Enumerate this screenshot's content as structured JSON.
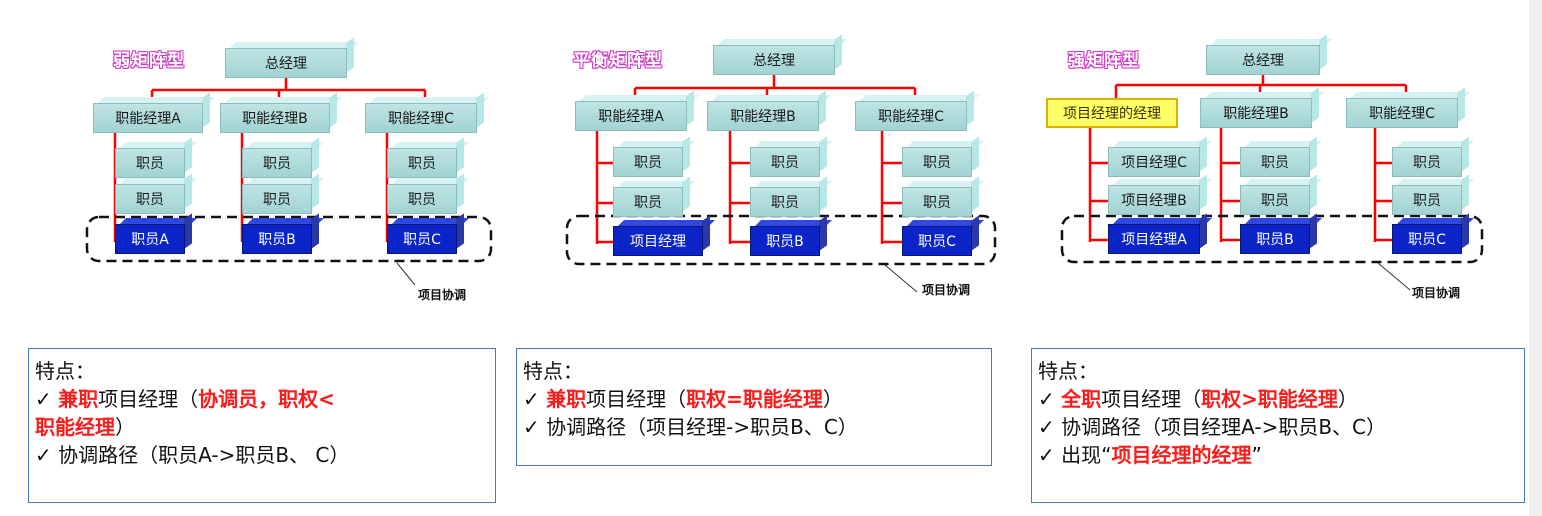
{
  "panels": [
    {
      "watermark": "弱矩阵型",
      "top": "总经理",
      "managers": [
        "职能经理A",
        "职能经理B",
        "职能经理C"
      ],
      "columns": [
        [
          "职员",
          "职员",
          "职员A"
        ],
        [
          "职员",
          "职员",
          "职员B"
        ],
        [
          "职员",
          "职员",
          "职员C"
        ]
      ],
      "coord_label": "项目协调"
    },
    {
      "watermark": "平衡矩阵型",
      "top": "总经理",
      "managers": [
        "职能经理A",
        "职能经理B",
        "职能经理C"
      ],
      "columns": [
        [
          "职员",
          "职员",
          "项目经理"
        ],
        [
          "职员",
          "职员",
          "职员B"
        ],
        [
          "职员",
          "职员",
          "职员C"
        ]
      ],
      "coord_label": "项目协调"
    },
    {
      "watermark": "强矩阵型",
      "top": "总经理",
      "managers": [
        "项目经理的经理",
        "职能经理B",
        "职能经理C"
      ],
      "columns": [
        [
          "项目经理C",
          "项目经理B",
          "项目经理A"
        ],
        [
          "职员",
          "职员",
          "职员B"
        ],
        [
          "职员",
          "职员",
          "职员C"
        ]
      ],
      "coord_label": "项目协调"
    }
  ],
  "notes": [
    {
      "title": "特点：",
      "lines": [
        {
          "check": "✓",
          "a": "",
          "r1": "兼职",
          "b": "项目经理（",
          "r2": "协调员，职权<",
          "c": ""
        },
        {
          "check": "",
          "a": "",
          "r1": "职能经理",
          "b": "）",
          "r2": "",
          "c": ""
        },
        {
          "check": "✓",
          "a": "协调路径（职员A->职员B、 C）",
          "r1": "",
          "b": "",
          "r2": "",
          "c": ""
        }
      ]
    },
    {
      "title": "特点：",
      "lines": [
        {
          "check": "✓",
          "a": "",
          "r1": "兼职",
          "b": "项目经理（",
          "r2": "职权=职能经理",
          "c": "）"
        },
        {
          "check": "✓",
          "a": "协调路径（项目经理->职员B、C）",
          "r1": "",
          "b": "",
          "r2": "",
          "c": ""
        }
      ]
    },
    {
      "title": "特点：",
      "lines": [
        {
          "check": "✓",
          "a": "",
          "r1": "全职",
          "b": "项目经理（",
          "r2": "职权>职能经理",
          "c": "）"
        },
        {
          "check": "✓",
          "a": "协调路径（项目经理A->职员B、C）",
          "r1": "",
          "b": "",
          "r2": "",
          "c": ""
        },
        {
          "check": "✓",
          "a": "出现“",
          "r1": "项目经理的经理",
          "b": "”",
          "r2": "",
          "c": ""
        }
      ]
    }
  ],
  "colors": {
    "connector": "#ff0000",
    "box_fill": "#a8d8d8",
    "staff_blue": "#0a24c8",
    "note_border": "#4a76c2",
    "emphasis": "#ff1a1a",
    "watermark": "#d238c6"
  }
}
